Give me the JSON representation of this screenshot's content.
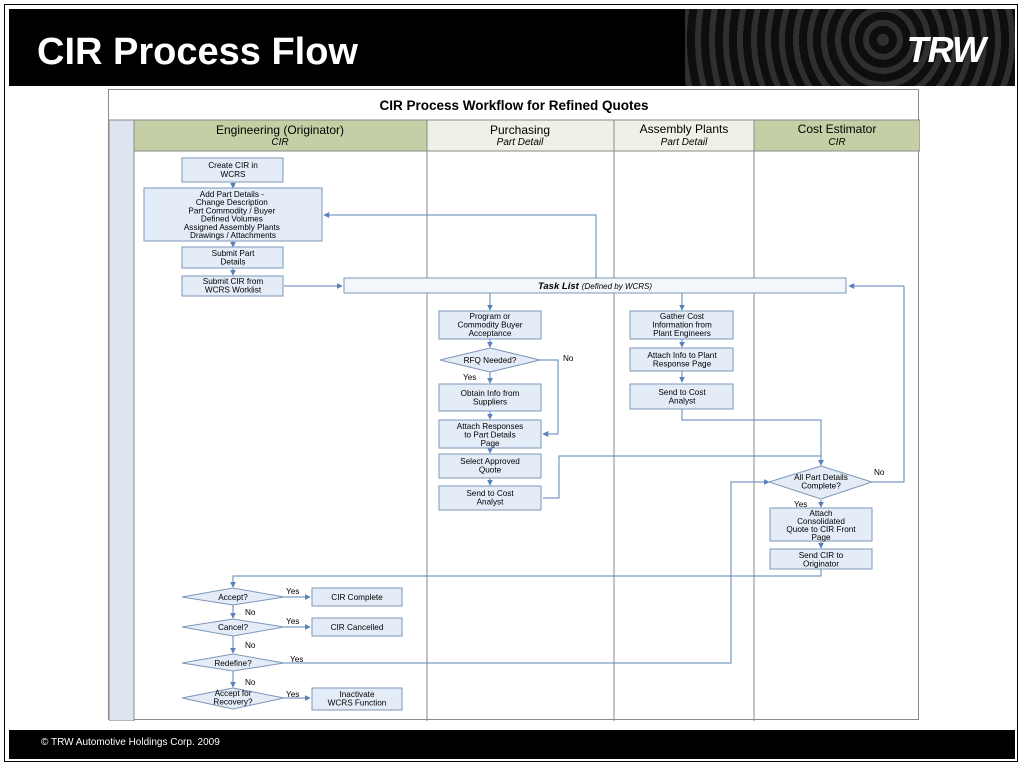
{
  "slide": {
    "title": "CIR Process Flow",
    "logo_text": "TRW",
    "footer": "© TRW Automotive Holdings Corp. 2009"
  },
  "diagram": {
    "title": "CIR Process Workflow for Refined Quotes",
    "lanes": [
      {
        "name": "Engineering (Originator)",
        "sub": "CIR"
      },
      {
        "name": "Purchasing",
        "sub": "Part Detail"
      },
      {
        "name": "Assembly Plants",
        "sub": "Part Detail"
      },
      {
        "name": "Cost Estimator",
        "sub": "CIR"
      }
    ],
    "task_list": {
      "label": "Task List",
      "sub": "(Defined by WCRS)"
    },
    "boxes": {
      "create_cir": [
        "Create CIR in",
        "WCRS"
      ],
      "add_details": [
        "Add Part Details -",
        "Change Description",
        "Part Commodity / Buyer",
        "Defined Volumes",
        "Assigned Assembly Plants",
        "Drawings / Attachments"
      ],
      "submit_details": [
        "Submit Part",
        "Details"
      ],
      "submit_cir": [
        "Submit CIR from",
        "WCRS Worklist"
      ],
      "program_buyer": [
        "Program or",
        "Commodity Buyer",
        "Acceptance"
      ],
      "obtain_info": [
        "Obtain Info from",
        "Suppliers"
      ],
      "attach_responses": [
        "Attach Responses",
        "to Part Details",
        "Page"
      ],
      "select_quote": [
        "Select Approved",
        "Quote"
      ],
      "send_purch": [
        "Send to Cost",
        "Analyst"
      ],
      "gather_cost": [
        "Gather Cost",
        "Information from",
        "Plant Engineers"
      ],
      "attach_plant": [
        "Attach Info to Plant",
        "Response Page"
      ],
      "send_plant": [
        "Send to Cost",
        "Analyst"
      ],
      "attach_consolidated": [
        "Attach",
        "Consolidated",
        "Quote to CIR Front",
        "Page"
      ],
      "send_originator": [
        "Send CIR to",
        "Originator"
      ],
      "cir_complete": [
        "CIR Complete"
      ],
      "cir_cancelled": [
        "CIR Cancelled"
      ],
      "inactivate": [
        "Inactivate",
        "WCRS Function"
      ]
    },
    "decisions": {
      "rfq": [
        "RFQ Needed?"
      ],
      "all_details": [
        "All Part Details",
        "Complete?"
      ],
      "accept": [
        "Accept?"
      ],
      "cancel": [
        "Cancel?"
      ],
      "redefine": [
        "Redefine?"
      ],
      "accept_recovery": [
        "Accept for",
        "Recovery?"
      ]
    },
    "labels": {
      "no_rfq": "No",
      "yes_rfq": "Yes",
      "no_all": "No",
      "yes_all": "Yes",
      "yes_accept": "Yes",
      "no_accept": "No",
      "yes_cancel": "Yes",
      "no_cancel": "No",
      "yes_redefine": "Yes",
      "no_redefine": "No",
      "yes_recovery": "Yes"
    }
  },
  "colors": {
    "lane_header": "#c5cfa5",
    "box_fill": "#e4ecf7",
    "box_stroke": "#7d97b8",
    "line": "#5b82b8",
    "lane_strip": "#dde5f1"
  }
}
